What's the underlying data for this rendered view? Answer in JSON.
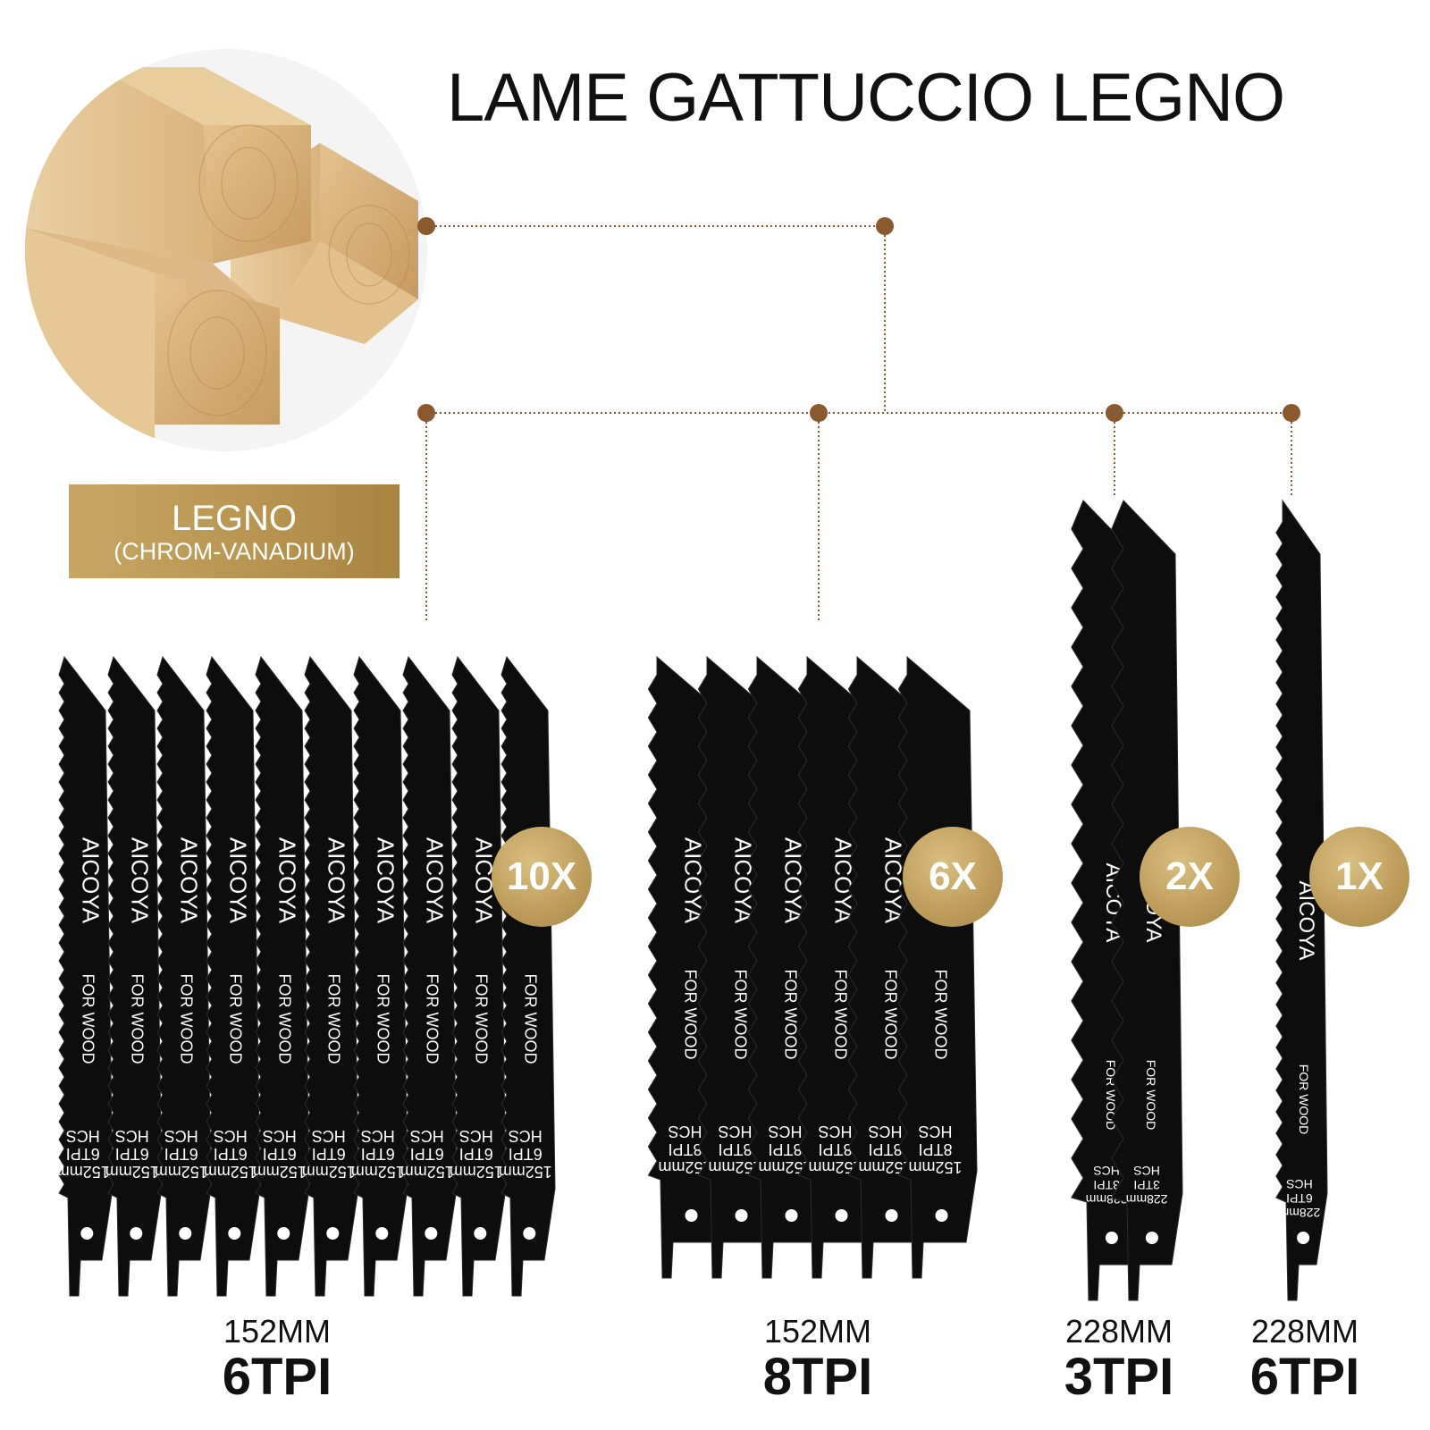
{
  "title": "LAME GATTUCCIO  LEGNO",
  "material": {
    "name": "LEGNO",
    "subtitle": "(CHROM-VANADIUM)"
  },
  "colors": {
    "gold": "#b8974f",
    "connector": "#8a5a2e",
    "blade": "#0d0d0d",
    "wood_light": "#e6c99a",
    "wood_dark": "#c99f68"
  },
  "blade_text": {
    "brand": "AICOYA",
    "use": "FOR WOOD",
    "steel": "HCS"
  },
  "groups": [
    {
      "count_label": "10X",
      "length_label": "152MM",
      "tpi_label": "6TPI",
      "blade_mm": "152mm",
      "blade_tpi": "6TPI",
      "count": 10
    },
    {
      "count_label": "6X",
      "length_label": "152MM",
      "tpi_label": "8TPI",
      "blade_mm": "152mm",
      "blade_tpi": "8TPI",
      "count": 6
    },
    {
      "count_label": "2X",
      "length_label": "228MM",
      "tpi_label": "3TPI",
      "blade_mm": "228mm",
      "blade_tpi": "3TPI",
      "count": 2
    },
    {
      "count_label": "1X",
      "length_label": "228MM",
      "tpi_label": "6TPI",
      "blade_mm": "228mm",
      "blade_tpi": "6TPI",
      "count": 1
    }
  ]
}
